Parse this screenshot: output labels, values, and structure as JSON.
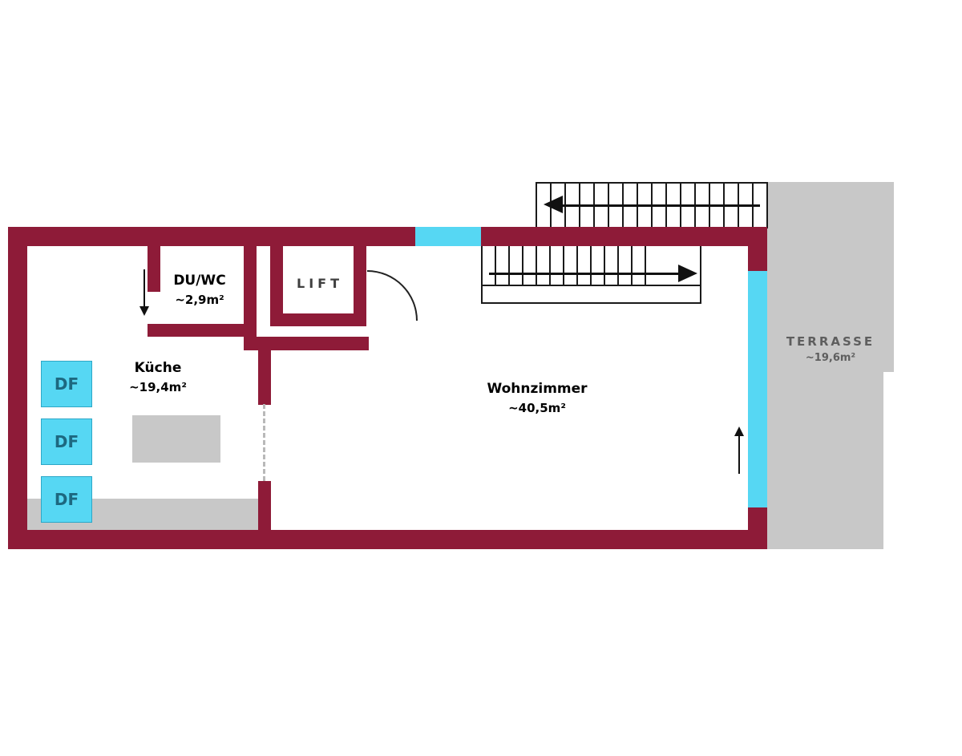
{
  "rooms": {
    "duwc": {
      "name": "DU/WC",
      "area": "~2,9m²"
    },
    "lift": {
      "name": "LIFT"
    },
    "kueche": {
      "name": "Küche",
      "area": "~19,4m²"
    },
    "wohnzimmer": {
      "name": "Wohnzimmer",
      "area": "~40,5m²"
    },
    "terrasse": {
      "name": "TERRASSE",
      "area": "~19,6m²"
    }
  },
  "roof_windows": [
    {
      "label": "DF"
    },
    {
      "label": "DF"
    },
    {
      "label": "DF"
    }
  ],
  "symbols": {
    "outer_stair_arrow": "left",
    "inner_stair_arrow": "right",
    "duwc_arrow": "down",
    "wohnzimmer_arrow": "up"
  },
  "colors": {
    "wall": "#8e1b38",
    "window_cyan": "#56d7f3",
    "terrace_gray": "#c8c8c8",
    "df_text": "#1d6880"
  }
}
